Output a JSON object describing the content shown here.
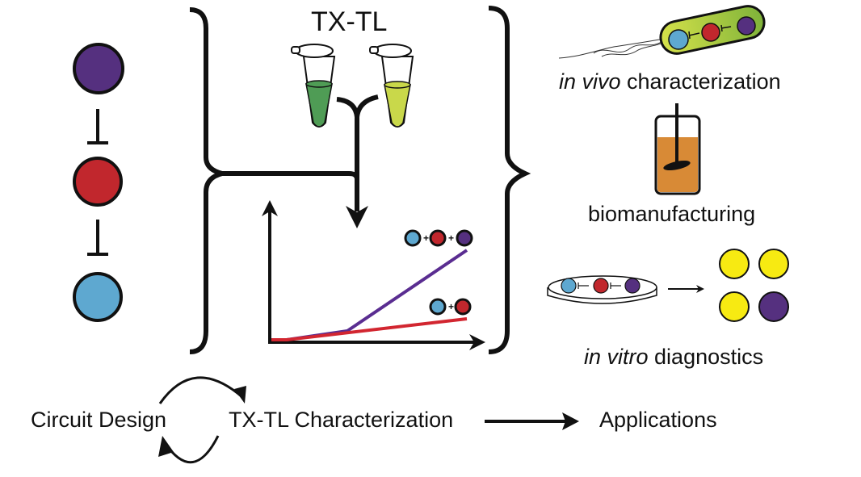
{
  "colors": {
    "purple": "#55307f",
    "red": "#c1272d",
    "blue": "#5ea8d0",
    "green_tube": "#4f9c55",
    "yellow_tube": "#c9d84a",
    "bacterium_green": "#8ebf3a",
    "bacterium_yellow": "#d6e24a",
    "bioreactor_orange": "#d88a36",
    "yellow_spot": "#f7ea12",
    "line_purple": "#5a2d91",
    "line_red": "#d22630",
    "black": "#111111"
  },
  "circuit": {
    "nodes": [
      "purple",
      "red",
      "blue"
    ],
    "interaction": "repression"
  },
  "txtl": {
    "title": "TX-TL",
    "tubes": [
      "green",
      "yellow"
    ]
  },
  "plot": {
    "series": [
      {
        "name": "blue+red+purple",
        "color": "purple",
        "shape": "rises steeply after delay"
      },
      {
        "name": "blue+red",
        "color": "red",
        "shape": "slow linear rise"
      }
    ],
    "legend_upper": [
      "blue",
      "red",
      "purple"
    ],
    "legend_lower": [
      "blue",
      "red"
    ]
  },
  "applications": {
    "in_vivo": {
      "italic": "in vivo",
      "rest": " characterization"
    },
    "biomanufacturing": {
      "label": "biomanufacturing"
    },
    "in_vitro": {
      "italic": "in vitro",
      "rest": " diagnostics"
    },
    "diagnostic_spots": [
      "yellow",
      "yellow",
      "yellow",
      "purple"
    ]
  },
  "workflow": {
    "step1": "Circuit Design",
    "step2": "TX-TL Characterization",
    "step3": "Applications"
  }
}
